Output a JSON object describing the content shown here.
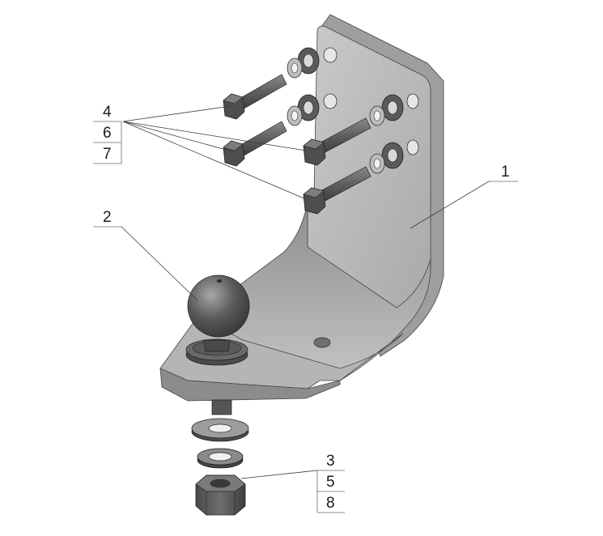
{
  "callouts": {
    "group_bolts": [
      "4",
      "6",
      "7"
    ],
    "bracket": "1",
    "ball": "2",
    "group_nut": [
      "3",
      "5",
      "8"
    ]
  }
}
